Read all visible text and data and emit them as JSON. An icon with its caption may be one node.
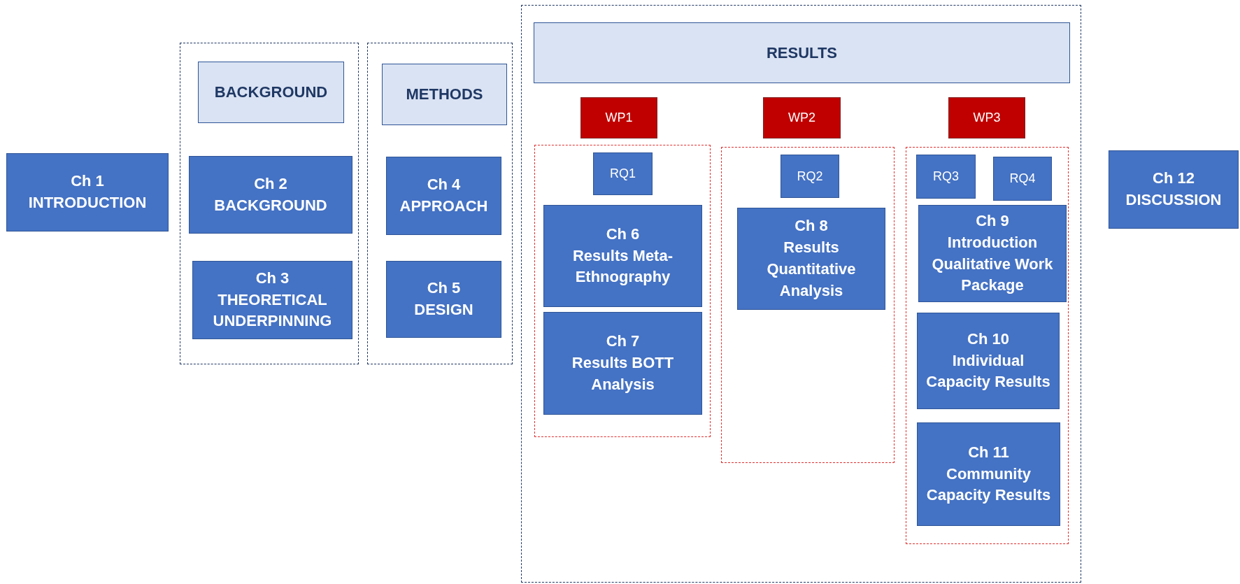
{
  "diagram": {
    "nodes": [
      {
        "text": [
          "Ch 1",
          "INTRODUCTION"
        ]
      },
      {
        "text": [],
        "shape": "box"
      },
      {
        "text": [
          "BACKGROUND"
        ],
        "in": 1
      },
      {
        "text": [
          "Ch 2",
          "BACKGROUND"
        ],
        "in": 1
      },
      {
        "text": [
          "Ch 3",
          "THEORETICAL UNDERPINNING"
        ],
        "in": 1
      },
      {
        "text": [],
        "shape": "box"
      },
      {
        "text": [
          "METHODS"
        ],
        "in": 5
      },
      {
        "text": [
          "Ch 4",
          "APPROACH"
        ],
        "in": 5
      },
      {
        "text": [
          "Ch 5",
          "DESIGN"
        ],
        "in": 5
      },
      {
        "text": [],
        "shape": "box"
      },
      {
        "text": [
          "RESULTS"
        ],
        "in": 9
      },
      {
        "text": [
          "WP1"
        ],
        "in": 9
      },
      {
        "text": [
          "WP2"
        ],
        "in": 9
      },
      {
        "text": [
          "WP3"
        ],
        "in": 9
      },
      {
        "text": [],
        "shape": "box",
        "in": 9
      },
      {
        "text": [
          "RQ1"
        ],
        "in": 14
      },
      {
        "text": [
          "Ch 6",
          "Results Meta-Ethnography"
        ],
        "in": 14
      },
      {
        "text": [
          "Ch 7",
          "Results BOTT Analysis"
        ],
        "in": 14
      },
      {
        "text": [],
        "shape": "box",
        "in": 9
      },
      {
        "text": [
          "RQ2"
        ],
        "in": 18
      },
      {
        "text": [
          "Ch 8",
          "Results Quantitative Analysis"
        ],
        "in": 18
      },
      {
        "text": [],
        "shape": "box",
        "in": 9
      },
      {
        "text": [
          "RQ3"
        ],
        "in": 21
      },
      {
        "text": [
          "RQ4"
        ],
        "in": 21
      },
      {
        "text": [
          "Ch 9",
          "Introduction Qualitative Work Package"
        ],
        "in": 21
      },
      {
        "text": [
          "Ch 10",
          "Individual Capacity Results"
        ],
        "in": 21
      },
      {
        "text": [
          "Ch 11",
          "Community Capacity Results"
        ],
        "in": 21
      },
      {
        "text": [
          "Ch 12",
          "DISCUSSION"
        ]
      }
    ]
  }
}
